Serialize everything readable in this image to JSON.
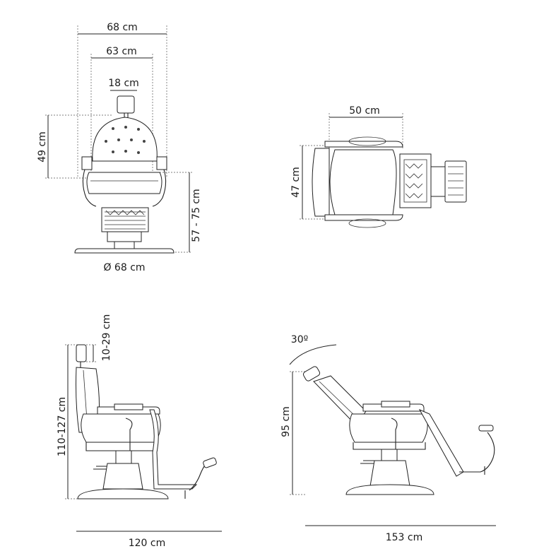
{
  "views": {
    "front": {
      "width_outer": "68 cm",
      "width_inner": "63 cm",
      "headrest_width": "18 cm",
      "back_height": "49 cm",
      "seat_height": "57 - 75 cm",
      "base_diameter": "Ø 68 cm"
    },
    "top": {
      "width": "50 cm",
      "depth": "47 cm"
    },
    "side": {
      "headrest_adjust": "10-29 cm",
      "height": "110-127 cm",
      "length": "120 cm"
    },
    "reclined": {
      "angle": "30º",
      "height": "95 cm",
      "length": "153 cm"
    }
  },
  "icons": [
    "barber-chair-front",
    "barber-chair-top",
    "barber-chair-side",
    "barber-chair-reclined"
  ]
}
